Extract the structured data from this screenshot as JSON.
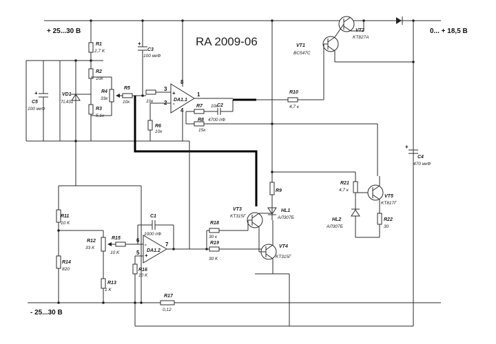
{
  "title": "RA 2009-06",
  "rails": {
    "positive_input": "+ 25...30 В",
    "negative_input": "- 25...30 В",
    "output": "0... + 18,5 В"
  },
  "components": {
    "R1": {
      "ref": "R1",
      "value": "2,7 K"
    },
    "R2": {
      "ref": "R2",
      "value": "10к"
    },
    "R3": {
      "ref": "R3",
      "value": "5,1к"
    },
    "R4": {
      "ref": "R4",
      "value": "33к"
    },
    "R5": {
      "ref": "R5",
      "value": "10к"
    },
    "R6": {
      "ref": "R6",
      "value": "10к"
    },
    "R7": {
      "ref": "R7",
      "value": "10к"
    },
    "R8": {
      "ref": "R8",
      "value": "15к"
    },
    "R9": {
      "ref": "R9",
      "value": ""
    },
    "R10": {
      "ref": "R10",
      "value": "4,7 к"
    },
    "R11": {
      "ref": "R11",
      "value": "10 K"
    },
    "R12": {
      "ref": "R12",
      "value": "33 K"
    },
    "R13": {
      "ref": "R13",
      "value": "1 K"
    },
    "R14": {
      "ref": "R14",
      "value": "820"
    },
    "R15": {
      "ref": "R15",
      "value": "10 K"
    },
    "R16": {
      "ref": "R16",
      "value": "10 K"
    },
    "R17": {
      "ref": "R17",
      "value": "0,12"
    },
    "R18": {
      "ref": "R18",
      "value": "30 к"
    },
    "R19": {
      "ref": "R19",
      "value": "30 K"
    },
    "R21": {
      "ref": "R21",
      "value": "4,7 к"
    },
    "R22": {
      "ref": "R22",
      "value": "30"
    },
    "C1": {
      "ref": "C1",
      "value": "1000 пФ"
    },
    "C2": {
      "ref": "C2",
      "value": "4700 пФ"
    },
    "C3": {
      "ref": "C3",
      "value": "100 мкФ"
    },
    "C4": {
      "ref": "C4",
      "value": "470 мкФ"
    },
    "C5": {
      "ref": "C5",
      "value": "100 мкФ"
    },
    "VD1": {
      "ref": "VD1",
      "value": "TL431"
    },
    "VT1": {
      "ref": "VT1",
      "value": "BC547C"
    },
    "VT2": {
      "ref": "VT2",
      "value": "KT827A"
    },
    "VT3": {
      "ref": "VT3",
      "value": "KT315Г"
    },
    "VT4": {
      "ref": "VT4",
      "value": "KT315Г"
    },
    "VT5": {
      "ref": "VT5",
      "value": "KT817Г"
    },
    "HL1": {
      "ref": "HL1",
      "value": "АЛ307Б"
    },
    "HL2": {
      "ref": "HL2",
      "value": "АЛ307Б"
    },
    "DA1_1": {
      "ref": "DA1.1"
    },
    "DA1_2": {
      "ref": "DA1.2"
    }
  },
  "pins": {
    "da11_in_plus": "3",
    "da11_in_minus": "2",
    "da11_out": "1",
    "da11_vplus": "8",
    "da11_vminus": "4",
    "da12_in_plus": "5",
    "da12_in_minus": "6",
    "da12_out": "7"
  }
}
